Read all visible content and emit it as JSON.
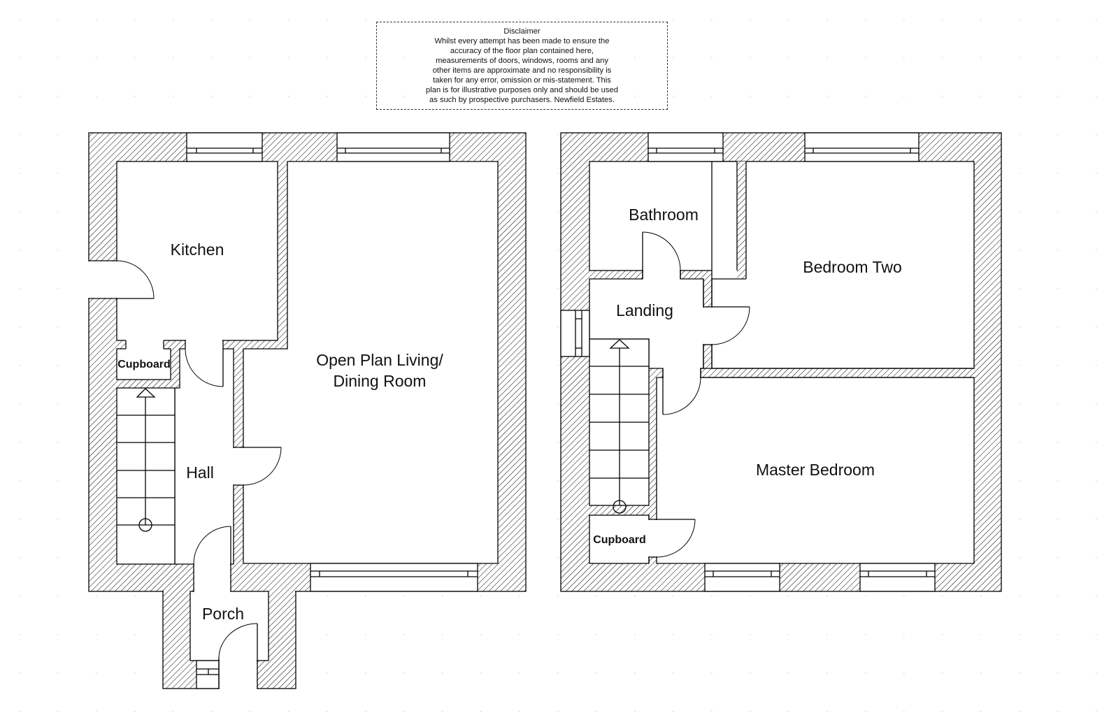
{
  "disclaimer": {
    "title": "Disclaimer",
    "lines": [
      "Whilst every attempt has been made to ensure the",
      "accuracy of the floor plan contained here,",
      "measurements of doors, windows, rooms and any",
      "other items are approximate and no responsibility is",
      "taken for any error, omission or mis-statement. This",
      "plan is for illustrative purposes only and should be used",
      "as such by prospective purchasers. Newfield Estates."
    ]
  },
  "ground_floor": {
    "kitchen": "Kitchen",
    "living_line1": "Open Plan Living/",
    "living_line2": "Dining Room",
    "cupboard": "Cupboard",
    "hall": "Hall",
    "porch": "Porch"
  },
  "first_floor": {
    "bathroom": "Bathroom",
    "landing": "Landing",
    "bedroom_two": "Bedroom Two",
    "master_bedroom": "Master Bedroom",
    "cupboard": "Cupboard"
  },
  "colors": {
    "line": "#000000",
    "grid_dot": "#d8d8d8",
    "background": "#ffffff"
  }
}
